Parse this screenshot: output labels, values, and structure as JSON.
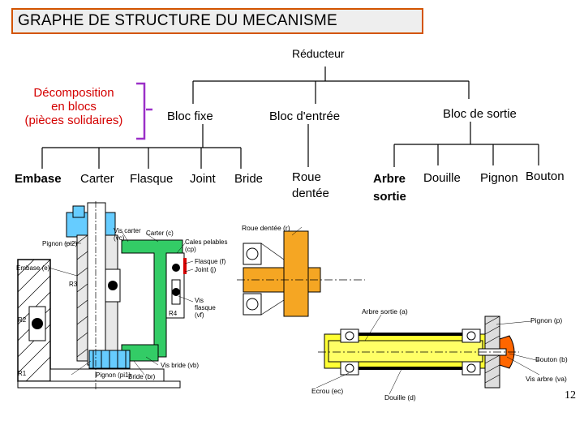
{
  "title": "GRAPHE DE STRUCTURE DU MECANISME",
  "root": "Réducteur",
  "decomposition": [
    "Décomposition",
    "en blocs",
    "(pièces solidaires)"
  ],
  "blocks": {
    "fixe": {
      "label": "Bloc fixe",
      "parts": [
        "Embase",
        "Carter",
        "Flasque",
        "Joint",
        "Bride"
      ]
    },
    "entree": {
      "label": "Bloc d'entrée",
      "parts": [
        "Roue\ndentée"
      ]
    },
    "sortie": {
      "label": "Bloc de sortie",
      "parts": [
        "Arbre\nsortie",
        "Douille",
        "Pignon",
        "Bouton"
      ]
    }
  },
  "drawing1_labels": {
    "vis_carter": "Vis carter\n(vc)",
    "carter": "Carter (c)",
    "pignon_p2": "Pignon (pi2)",
    "cales": "Cales pelables\n(cp)",
    "flasque": "Flasque (f)",
    "joint": "Joint (j)",
    "embase": "Embase (e)",
    "r3": "R3",
    "r2": "R2",
    "r4": "R4",
    "vis_flasque": "Vis\nflasque\n(vf)",
    "r1": "R1",
    "pignon_p1": "Pignon (pi1)",
    "bride": "Bride (br)",
    "vis_bride": "Vis bride (vb)"
  },
  "drawing2_labels": {
    "roue": "Roue dentée (r)"
  },
  "drawing3_labels": {
    "arbre": "Arbre sortie (a)",
    "pignon": "Pignon (p)",
    "bouton": "Bouton (b)",
    "vis_arbre": "Vis arbre (va)",
    "ecrou": "Ecrou (ec)",
    "douille": "Douille (d)"
  },
  "page_number": "12",
  "colors": {
    "title_border": "#d35400",
    "title_bg": "#eeeeee",
    "decomposition_text": "#d40000",
    "bracket": "#9b30c8",
    "carter": "#33cc66",
    "pignon": "#66ccff",
    "roue": "#f5a623",
    "arbre": "#ffff33",
    "bouton": "#ff6600"
  }
}
